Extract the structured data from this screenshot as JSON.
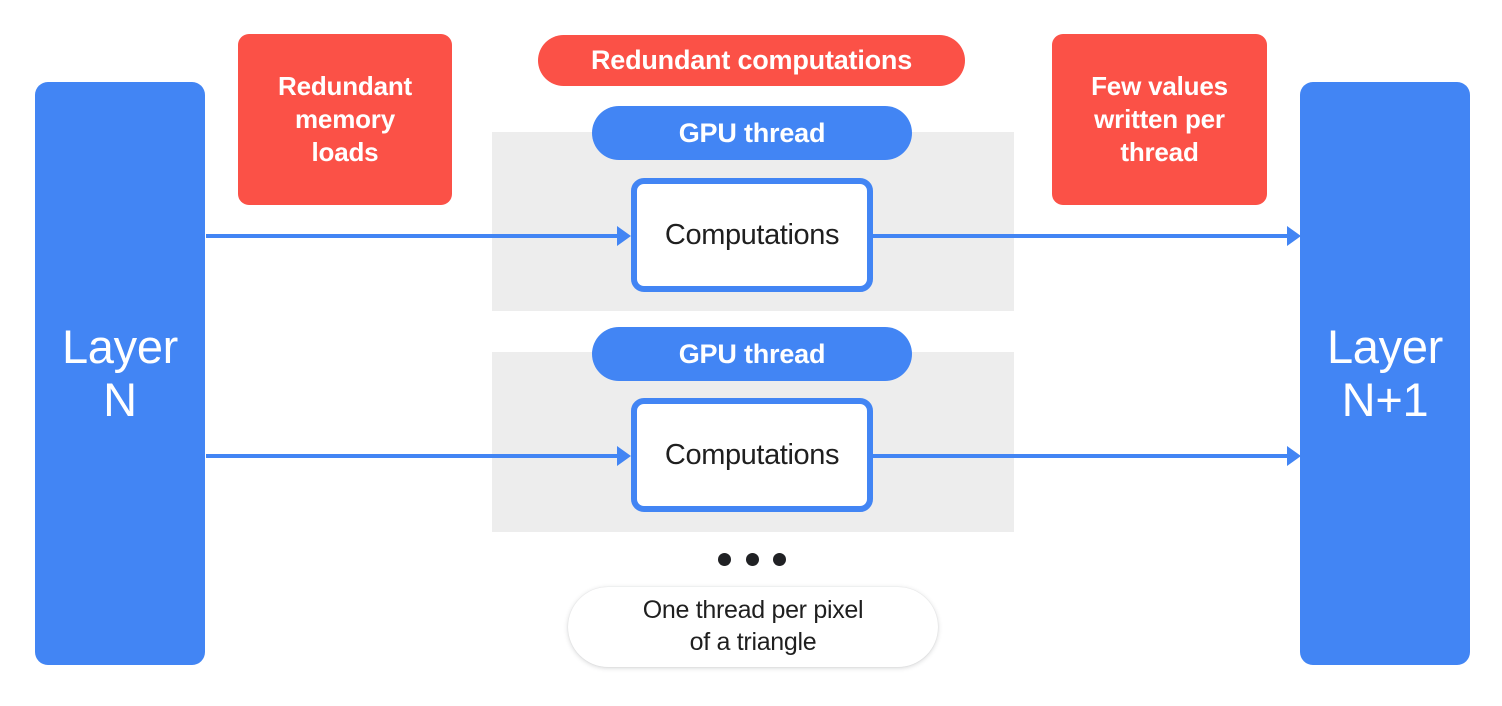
{
  "diagram": {
    "title": "GPU thread redundancy diagram",
    "colors": {
      "blue": "#4285F4",
      "red": "#FB5147",
      "band_gray": "#EDEDED",
      "text_dark": "#1F1F1F",
      "white": "#FFFFFF"
    },
    "layers": {
      "input": {
        "label": "Layer\nN"
      },
      "output": {
        "label": "Layer\nN+1"
      }
    },
    "callouts": {
      "memory_loads": {
        "label": "Redundant\nmemory\nloads"
      },
      "redundant_computations": {
        "label": "Redundant computations"
      },
      "few_values_written": {
        "label": "Few values\nwritten per\nthread"
      }
    },
    "threads": [
      {
        "pill_label": "GPU thread",
        "box_label": "Computations"
      },
      {
        "pill_label": "GPU thread",
        "box_label": "Computations"
      }
    ],
    "ellipsis": {
      "dot_count": 3
    },
    "footnote": {
      "label": "One thread per pixel\nof a triangle"
    }
  }
}
